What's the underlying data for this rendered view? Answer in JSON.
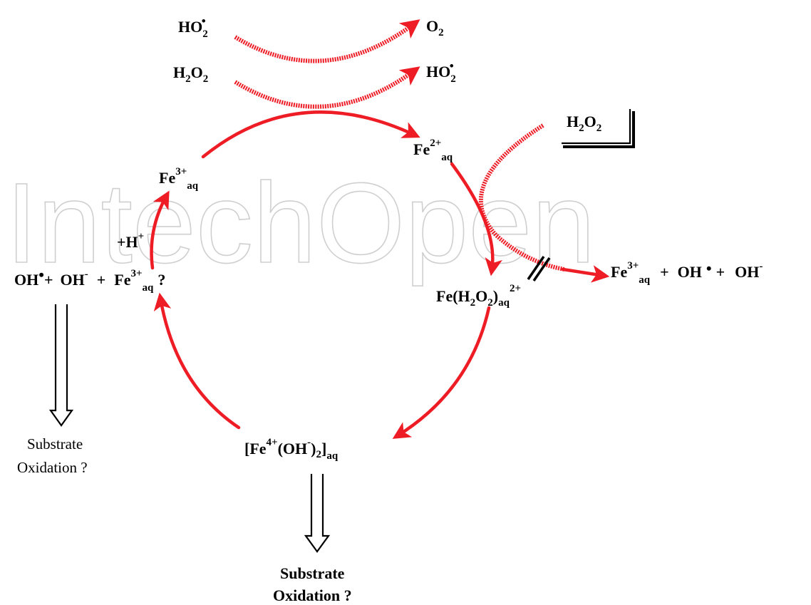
{
  "watermark": "IntechOpen",
  "species": {
    "ho2_top_left": {
      "base": "HO",
      "sub": "2",
      "sup": "•"
    },
    "o2": {
      "base": "O",
      "sub": "2"
    },
    "h2o2_left": {
      "h": "H",
      "sub1": "2",
      "o": "O",
      "sub2": "2"
    },
    "ho2_right": {
      "base": "HO",
      "sub": "2",
      "sup": "•"
    },
    "h2o2_box": {
      "h": "H",
      "sub1": "2",
      "o": "O",
      "sub2": "2"
    },
    "fe2": {
      "base": "Fe",
      "sup": "2+",
      "sub": "aq"
    },
    "fe3_left": {
      "base": "Fe",
      "sup": "3+",
      "sub": "aq"
    },
    "proton": {
      "base": "+H",
      "sup": "+"
    },
    "fe_h2o2": {
      "part1": "Fe(H",
      "sub1": "2",
      "part2": "O",
      "sub2": "2",
      "part3": ")",
      "sub3": "aq",
      "sup": "2+"
    },
    "ferryl": {
      "open": "[Fe",
      "sup1": "4+",
      "mid": "(OH",
      "sup2": "-",
      "close": ")",
      "sub1": "2",
      "bracket": "]",
      "sub2": "aq"
    }
  },
  "products_right": {
    "fe": "Fe",
    "sup": "3+",
    "sub": "aq",
    "plus1": "+",
    "oh_rad": "OH",
    "dot": "•",
    "plus2": "+",
    "oh": "OH",
    "oh_sup": "-"
  },
  "products_left": {
    "oh": "OH",
    "dot": "•",
    "plus1": "+",
    "oh2": "OH",
    "oh2_sup": "-",
    "plus2": "+",
    "fe": "Fe",
    "fe_sup": "3+",
    "fe_sub": "aq",
    "q": "?"
  },
  "substrate_left": {
    "line1": "Substrate",
    "line2": "Oxidation ?"
  },
  "substrate_bottom": {
    "line1": "Substrate",
    "line2": "Oxidation ?"
  },
  "colors": {
    "arrow": "#ee1c25",
    "text": "#000000",
    "watermark": "#cfcfcf"
  }
}
